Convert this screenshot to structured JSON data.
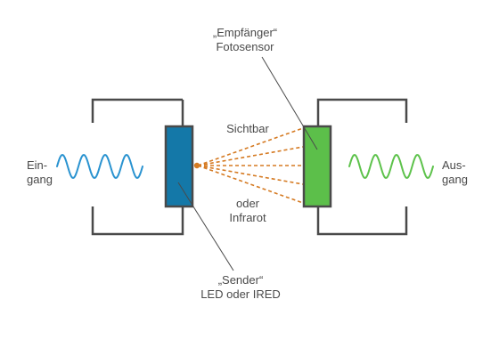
{
  "labels": {
    "input_line1": "Ein-",
    "input_line2": "gang",
    "output_line1": "Aus-",
    "output_line2": "gang",
    "visible": "Sichtbar",
    "or": "oder",
    "infrared": "Infrarot",
    "receiver_title": "„Empfänger“",
    "receiver_sub": "Fotosensor",
    "sender_title": "„Sender“",
    "sender_sub": "LED oder IRED"
  },
  "colors": {
    "sender": "#1478a8",
    "receiver": "#5cbf4a",
    "input_wave": "#2a93d0",
    "output_wave": "#5dc24b",
    "beam": "#d57a22",
    "circuit": "#4a4a4a",
    "text": "#4a4a4a"
  }
}
